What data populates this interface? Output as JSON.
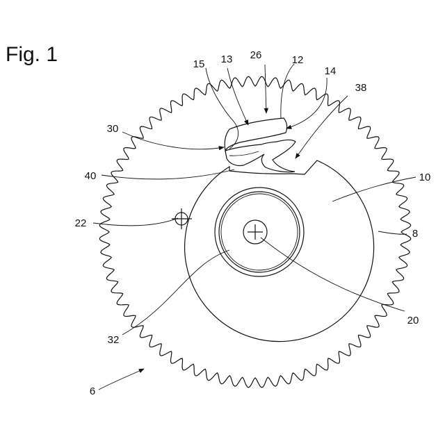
{
  "figure": {
    "title": "Fig. 1",
    "labels": {
      "l6": "6",
      "l8": "8",
      "l10": "10",
      "l12": "12",
      "l13": "13",
      "l14": "14",
      "l15": "15",
      "l20": "20",
      "l22": "22",
      "l26": "26",
      "l30": "30",
      "l32": "32",
      "l38": "38",
      "l40": "40"
    },
    "gear": {
      "teeth": 72
    }
  }
}
